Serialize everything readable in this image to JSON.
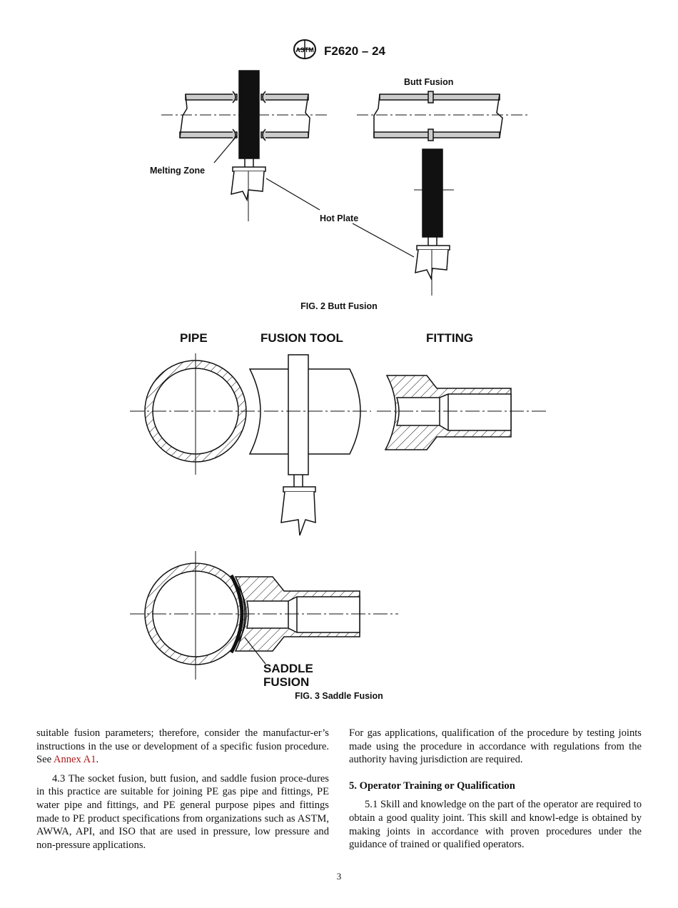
{
  "header": {
    "code": "F2620 – 24",
    "logo": "astm-logo-icon"
  },
  "fig2": {
    "caption": "FIG. 2 Butt Fusion",
    "label_butt_fusion": "Butt Fusion",
    "label_melting_zone": "Melting Zone",
    "label_hot_plate": "Hot Plate"
  },
  "fig3": {
    "caption": "FIG. 3 Saddle Fusion",
    "label_pipe": "PIPE",
    "label_fusion_tool": "FUSION TOOL",
    "label_fitting": "FITTING",
    "label_saddle": "SADDLE",
    "label_fusion": "FUSION"
  },
  "body": {
    "left_p1_pre": "suitable fusion parameters; therefore, consider the manufactur-er’s instructions in the use or development of a specific fusion procedure. See ",
    "left_p1_link": "Annex A1",
    "left_p1_post": ".",
    "left_p2": "4.3 The socket fusion, butt fusion, and saddle fusion proce-dures in this practice are suitable for joining PE gas pipe and fittings, PE water pipe and fittings, and PE general purpose pipes and fittings made to PE product specifications from organizations such as ASTM, AWWA, API, and ISO that are used in pressure, low pressure and non-pressure applications.",
    "right_p1": "For gas applications, qualification of the procedure by testing joints made using the procedure in accordance with regulations from the authority having jurisdiction are required.",
    "right_heading": "5. Operator Training or Qualification",
    "right_p2": "5.1 Skill and knowledge on the part of the operator are required to obtain a good quality joint. This skill and knowl-edge is obtained by making joints in accordance with proven procedures under the guidance of trained or qualified operators."
  },
  "page_number": "3"
}
